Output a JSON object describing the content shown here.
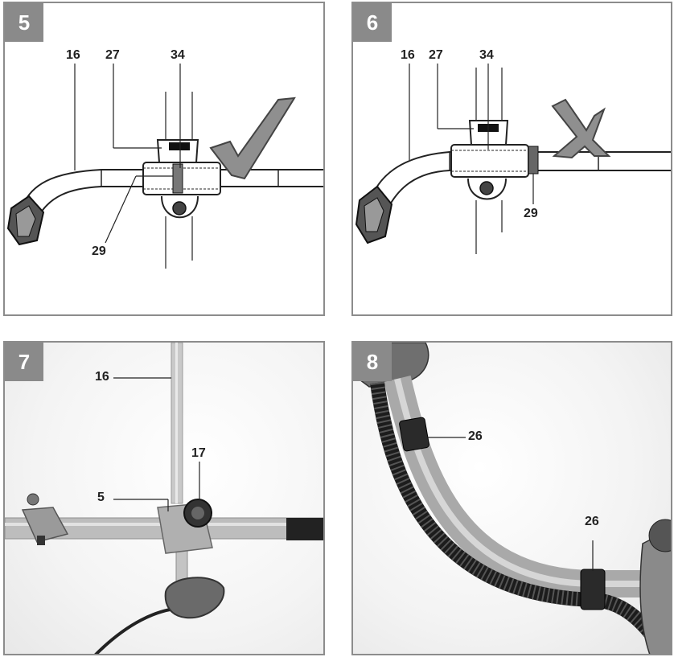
{
  "panels": [
    {
      "number": "5",
      "callouts": {
        "c16": "16",
        "c27": "27",
        "c34": "34",
        "c29": "29"
      },
      "verdict_icon": "checkmark-icon"
    },
    {
      "number": "6",
      "callouts": {
        "c16": "16",
        "c27": "27",
        "c34": "34",
        "c29": "29"
      },
      "verdict_icon": "cross-icon"
    },
    {
      "number": "7",
      "callouts": {
        "c16": "16",
        "c17": "17",
        "c5": "5"
      }
    },
    {
      "number": "8",
      "callouts": {
        "c26a": "26",
        "c26b": "26"
      }
    }
  ],
  "colors": {
    "border": "#8c8c8c",
    "badge": "#8a8a8a",
    "verdict": "#8f8f8f"
  }
}
